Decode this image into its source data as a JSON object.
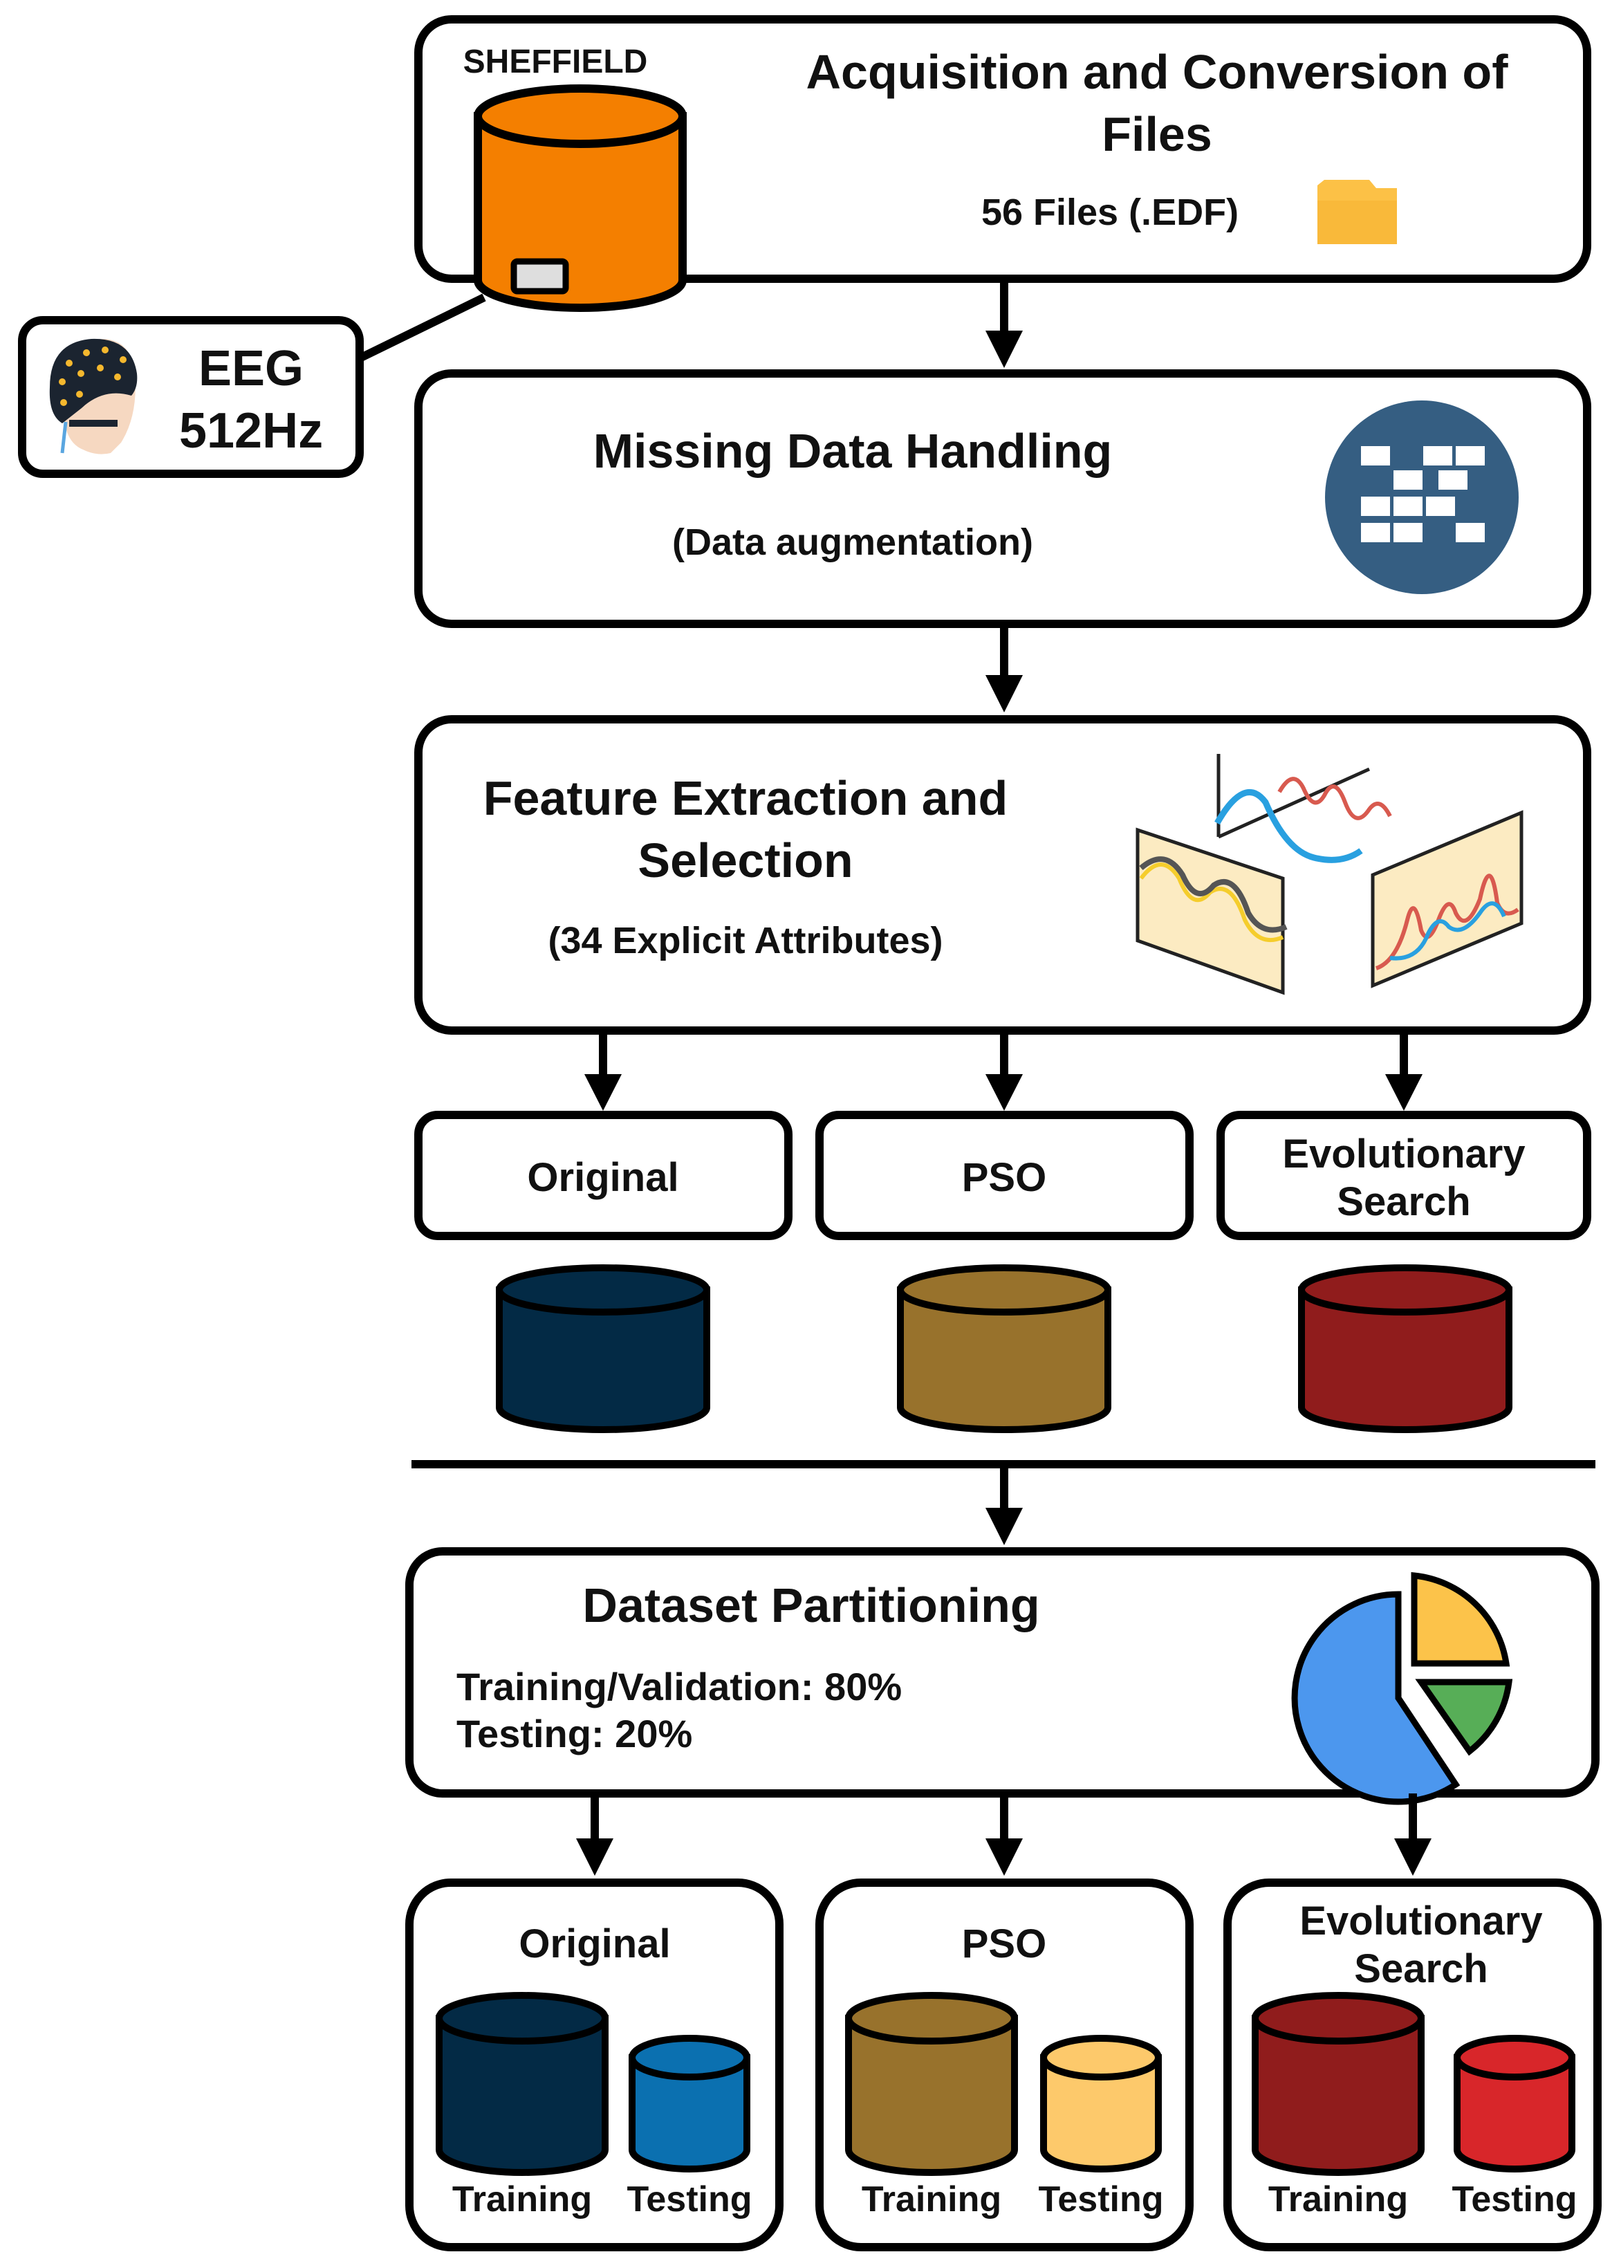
{
  "acquisition": {
    "source_label": "SHEFFIELD",
    "title_line1": "Acquisition and Conversion of",
    "title_line2": "Files",
    "files_text": "56 Files (.EDF)",
    "icon": "folder-icon",
    "database_color": "#f47f00"
  },
  "eeg": {
    "label_line1": "EEG",
    "label_line2": "512Hz",
    "icon": "eeg-head-icon"
  },
  "missing_data": {
    "title": "Missing Data Handling",
    "subtitle": "(Data augmentation)",
    "icon": "data-grid-icon",
    "icon_color": "#355e82"
  },
  "feature_extraction": {
    "title_line1": "Feature Extraction and",
    "title_line2": "Selection",
    "subtitle": "(34 Explicit Attributes)",
    "icon": "signal-plots-icon"
  },
  "methods": [
    {
      "label_line1": "Original",
      "label_line2": "",
      "color": "#032a45"
    },
    {
      "label_line1": "PSO",
      "label_line2": "",
      "color": "#98722c"
    },
    {
      "label_line1": "Evolutionary",
      "label_line2": "Search",
      "color": "#901c1c"
    }
  ],
  "partitioning": {
    "title": "Dataset Partitioning",
    "training_text": "Training/Validation: 80%",
    "testing_text": "Testing: 20%",
    "icon": "pie-chart-icon",
    "pie_colors": [
      "#4c97ee",
      "#fcc34a",
      "#57ae57"
    ]
  },
  "splits": [
    {
      "label_line1": "Original",
      "label_line2": "",
      "training_label": "Training",
      "testing_label": "Testing",
      "training_color": "#032a45",
      "testing_color": "#0b70b0"
    },
    {
      "label_line1": "PSO",
      "label_line2": "",
      "training_label": "Training",
      "testing_label": "Testing",
      "training_color": "#98722c",
      "testing_color": "#fdc96b"
    },
    {
      "label_line1": "Evolutionary",
      "label_line2": "Search",
      "training_label": "Training",
      "testing_label": "Testing",
      "training_color": "#901c1c",
      "testing_color": "#d8262a"
    }
  ]
}
